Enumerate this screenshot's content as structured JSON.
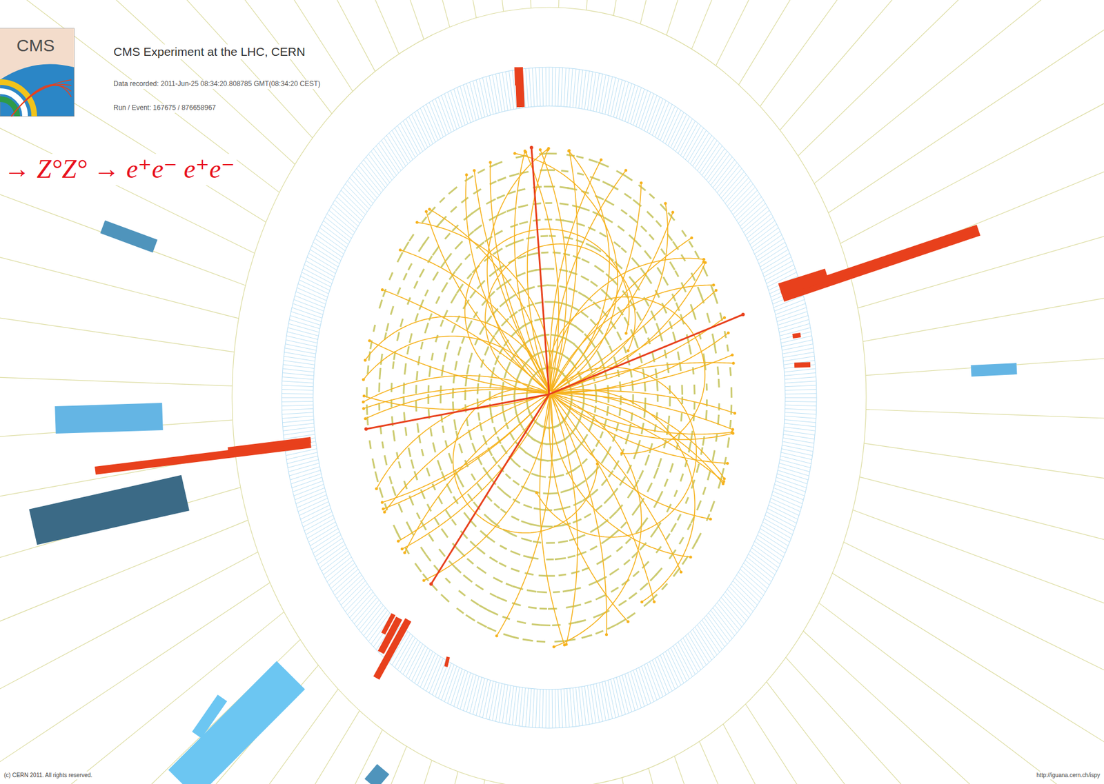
{
  "diagram": {
    "title": "CMS Experiment at the LHC, CERN",
    "labels": [
      "CMS",
      "Data recorded: 2011-Jun-25 08:34:20.808785 GMT(08:34:20 CEST)",
      "Run / Event: 167675 / 876658967",
      "→ Z°Z° → e⁺e⁻ e⁺e⁻",
      "(c) CERN 2011. All rights reserved.",
      "http://iguana.cern.ch/ispy"
    ]
  }
}
